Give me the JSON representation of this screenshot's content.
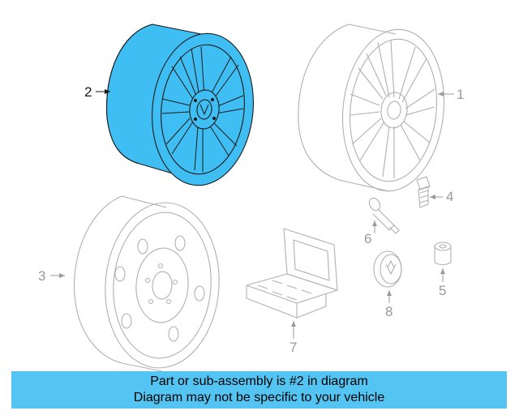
{
  "colors": {
    "highlight_fill": "#3fbef3",
    "highlight_outline": "#1a1a1a",
    "inactive_line": "#b0b0b0",
    "callout_active": "#1a1a1a",
    "callout_inactive": "#9a9a9a",
    "banner_bg": "#54c4f3",
    "banner_text": "#000000"
  },
  "callouts": [
    {
      "id": "1",
      "label": "1",
      "part": "alloy wheel",
      "active": false
    },
    {
      "id": "2",
      "label": "2",
      "part": "highlighted alloy wheel",
      "active": true
    },
    {
      "id": "3",
      "label": "3",
      "part": "steel spare wheel",
      "active": false
    },
    {
      "id": "4",
      "label": "4",
      "part": "lug bolt",
      "active": false
    },
    {
      "id": "5",
      "label": "5",
      "part": "lock nut",
      "active": false
    },
    {
      "id": "6",
      "label": "6",
      "part": "valve stem",
      "active": false
    },
    {
      "id": "7",
      "label": "7",
      "part": "lock bolt kit",
      "active": false
    },
    {
      "id": "8",
      "label": "8",
      "part": "center cap",
      "active": false
    }
  ],
  "banner": {
    "line1": "Part or sub-assembly is #2 in diagram",
    "line2": "Diagram may not be specific to your vehicle"
  }
}
